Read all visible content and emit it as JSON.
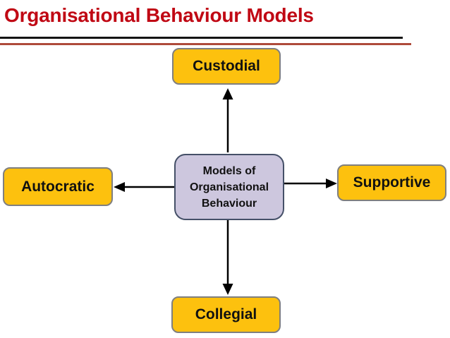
{
  "title": "Organisational Behaviour Models",
  "colors": {
    "title": "#c00814",
    "rule_black": "#141414",
    "rule_red": "#ae4a3a",
    "box_fill": "#fdc10e",
    "box_border": "#7f7f7f",
    "center_fill": "#cdc7de",
    "center_border": "#455068",
    "arrow": "#000000",
    "label_text": "#111111"
  },
  "diagram": {
    "center": {
      "lines": [
        "Models of",
        "Organisational",
        "Behaviour"
      ]
    },
    "nodes": [
      {
        "label": "Custodial",
        "position": "top"
      },
      {
        "label": "Autocratic",
        "position": "left"
      },
      {
        "label": "Supportive",
        "position": "right"
      },
      {
        "label": "Collegial",
        "position": "bottom"
      }
    ],
    "connections": [
      {
        "from": "center",
        "to": "Custodial",
        "direction": "up"
      },
      {
        "from": "center",
        "to": "Autocratic",
        "direction": "left"
      },
      {
        "from": "center",
        "to": "Supportive",
        "direction": "right"
      },
      {
        "from": "center",
        "to": "Collegial",
        "direction": "down"
      }
    ]
  }
}
